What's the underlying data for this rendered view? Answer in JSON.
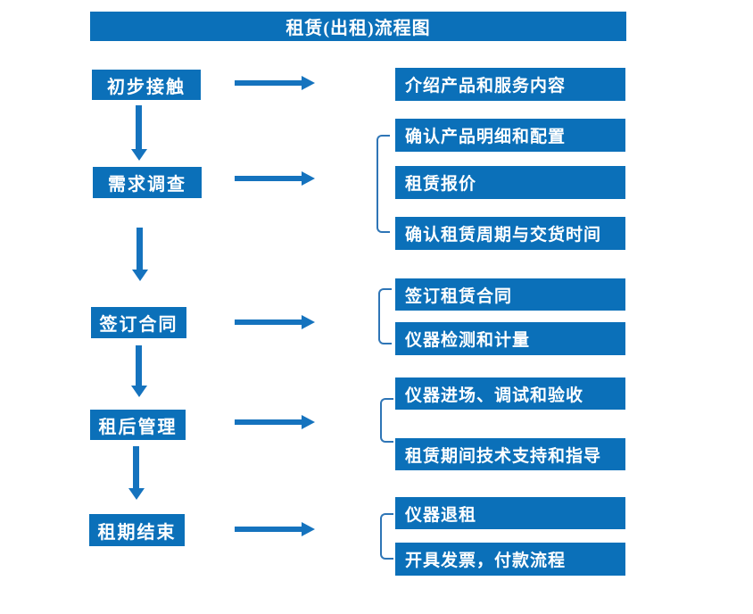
{
  "title": "租赁(出租)流程图",
  "colors": {
    "primary": "#0b70b9",
    "arrow": "#1573be",
    "bracket": "#2e75b6",
    "text": "#ffffff",
    "background": "#ffffff"
  },
  "steps": [
    {
      "label": "初步接触",
      "outputs": [
        "介绍产品和服务内容"
      ]
    },
    {
      "label": "需求调查",
      "outputs": [
        "确认产品明细和配置",
        "租赁报价",
        "确认租赁周期与交货时间"
      ]
    },
    {
      "label": "签订合同",
      "outputs": [
        "签订租赁合同",
        "仪器检测和计量"
      ]
    },
    {
      "label": "租后管理",
      "outputs": [
        "仪器进场、调试和验收",
        "租赁期间技术支持和指导"
      ]
    },
    {
      "label": "租期结束",
      "outputs": [
        "仪器退租",
        "开具发票，付款流程"
      ]
    }
  ]
}
